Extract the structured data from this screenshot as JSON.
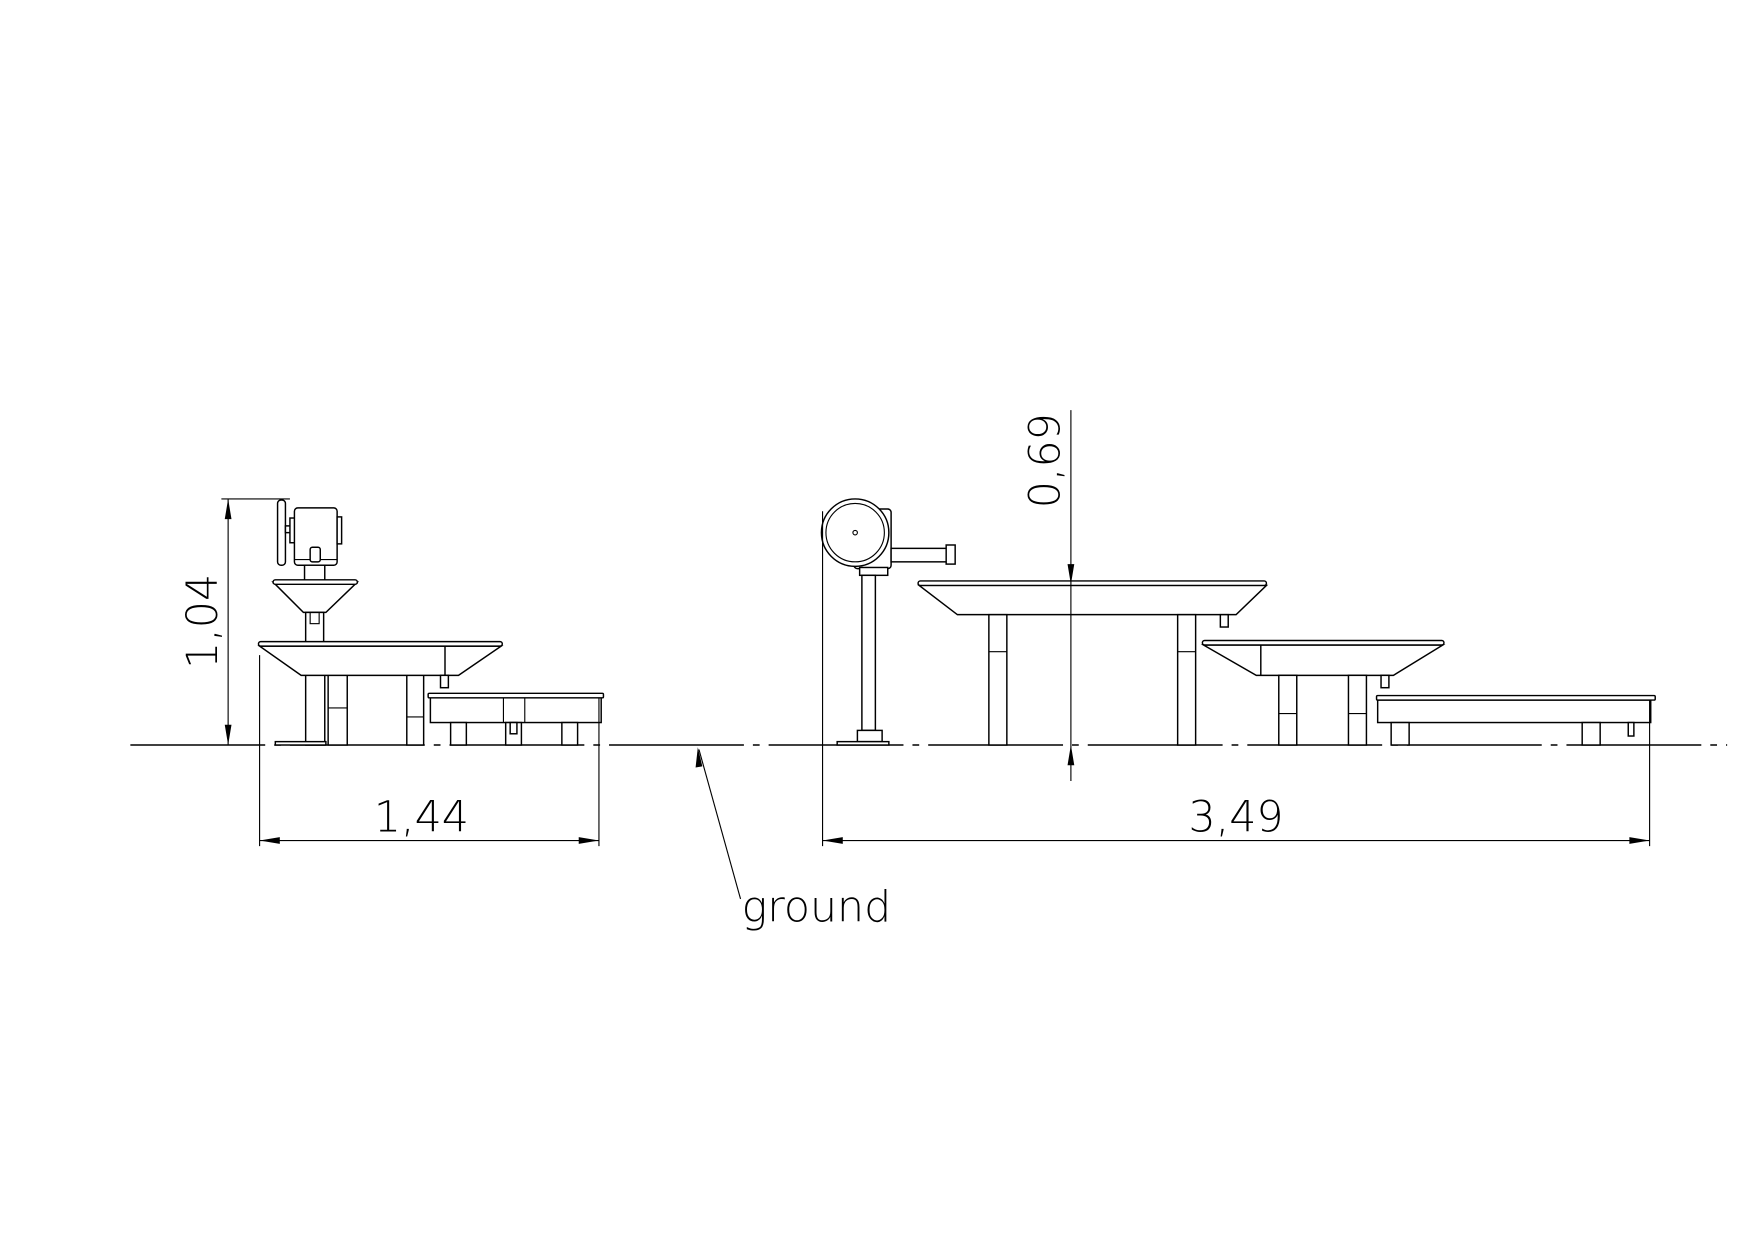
{
  "drawing": {
    "dimensions": {
      "left_height": "1,04",
      "left_width": "1,44",
      "right_basin_height": "0,69",
      "right_width": "3,49"
    },
    "labels": {
      "ground": "ground"
    }
  }
}
